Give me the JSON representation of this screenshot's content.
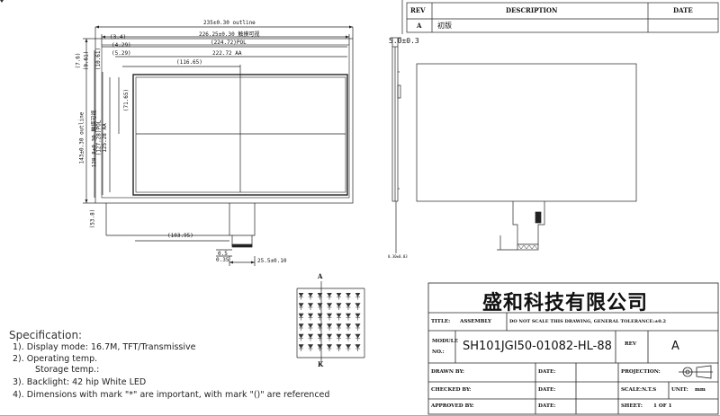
{
  "rev_table": {
    "headers": [
      "REV",
      "DESCRIPTION",
      "DATE"
    ],
    "rows": [
      {
        "rev": "A",
        "description": "初版",
        "date": ""
      }
    ]
  },
  "front_view": {
    "dims_top": [
      "235±0.30 outline",
      "226.25±0.30 触摸可视",
      "(3.4)",
      "(224.72)POL",
      "(4.29)",
      "222.72 AA",
      "(5.29)",
      "(116.65)"
    ],
    "dims_left": [
      "(7.6)",
      "(9.61)",
      "(10.61)",
      "(71.65)",
      "143±0.30 outline",
      "128.8±0.30 触摸可视",
      "(127.28)POL",
      "125.28 AA"
    ],
    "dims_bottom": [
      "(103.95)",
      "(53.8)",
      "0.5",
      "0.35",
      "25.5±0.10"
    ]
  },
  "side_view": {
    "thickness": "5.0±0.3",
    "note": "0.30±0.03"
  },
  "led_array": {
    "anode": "A",
    "cathode": "K",
    "rows": 6,
    "cols": 7
  },
  "specification": {
    "title": "Specification:",
    "items": [
      "1). Display mode: 16.7M, TFT/Transmissive",
      "2). Operating temp.",
      "Storage temp.:",
      "3). Backlight: 42 hip White LED",
      "4). Dimensions with mark \"*\" are important, with mark \"()\" are referenced"
    ]
  },
  "title_block": {
    "company": "盛和科技有限公司",
    "title_label": "TITLE:",
    "title_value": "ASSEMBLY",
    "note": "DO NOT SCALE THIS DRAWING, GENERAL TOLERANCE:±0.2",
    "module_label": "MODULE",
    "no_label": "NO.:",
    "model": "SH101JGI50-01082-HL-88",
    "rev_label": "REV",
    "rev_value": "A",
    "drawn_by": "DRAWN BY:",
    "checked_by": "CHECKED BY:",
    "approved_by": "APPROVED BY:",
    "date1": "DATE:",
    "date2": "DATE:",
    "date3": "DATE:",
    "projection": "PROJECTION:",
    "scale": "SCALE:N.T.S",
    "unit_label": "UNIT:",
    "unit_value": "mm",
    "sheet": "SHEET:",
    "sheet_value": "1  OF  1"
  }
}
